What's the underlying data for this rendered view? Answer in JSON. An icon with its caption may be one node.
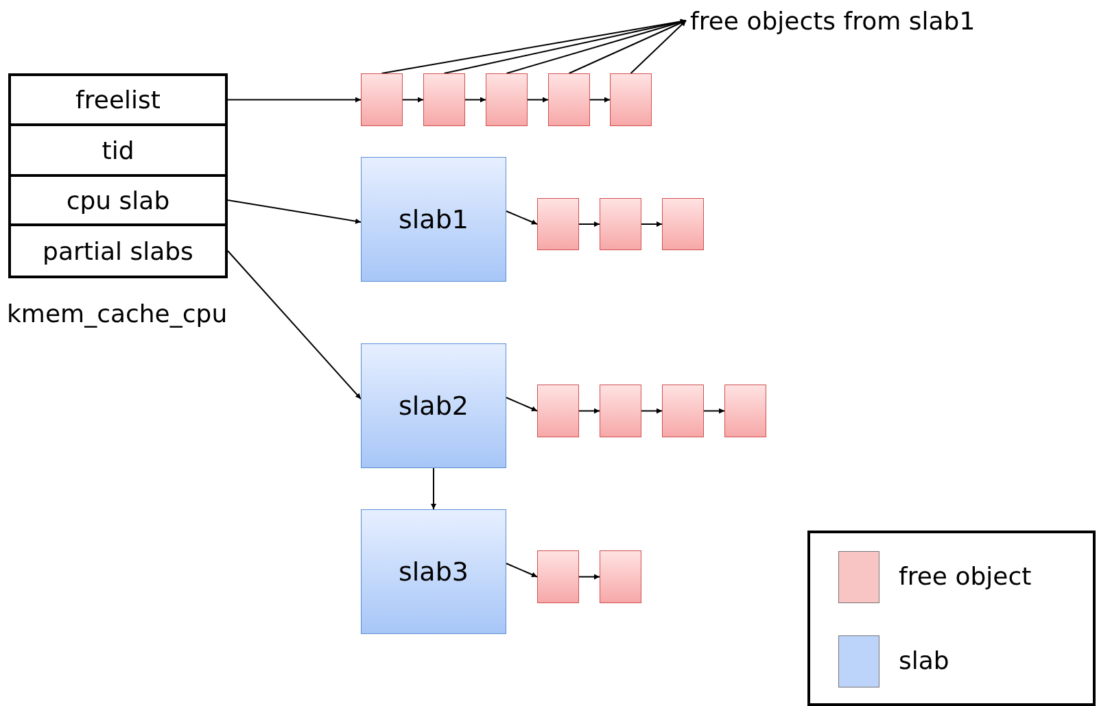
{
  "diagram": {
    "nodes": [
      {
        "text": [
          "kmem_cache_cpu"
        ]
      },
      {
        "text": [
          "freelist"
        ],
        "in": 0
      },
      {
        "text": [
          "tid"
        ],
        "in": 0
      },
      {
        "text": [
          "cpu slab"
        ],
        "in": 0
      },
      {
        "text": [
          "partial slabs"
        ],
        "in": 0
      },
      {
        "text": [
          "free objects from slab1"
        ]
      },
      {
        "text": [],
        "shape": "box"
      },
      {
        "text": [],
        "shape": "box"
      },
      {
        "text": [],
        "shape": "box"
      },
      {
        "text": [],
        "shape": "box"
      },
      {
        "text": [],
        "shape": "box"
      },
      {
        "text": [
          "slab1"
        ]
      },
      {
        "text": [],
        "shape": "box"
      },
      {
        "text": [],
        "shape": "box"
      },
      {
        "text": [],
        "shape": "box"
      },
      {
        "text": [
          "slab2"
        ]
      },
      {
        "text": [],
        "shape": "box"
      },
      {
        "text": [],
        "shape": "box"
      },
      {
        "text": [],
        "shape": "box"
      },
      {
        "text": [],
        "shape": "box"
      },
      {
        "text": [
          "slab3"
        ]
      },
      {
        "text": [],
        "shape": "box"
      },
      {
        "text": [],
        "shape": "box"
      }
    ],
    "edges": [
      {
        "from": 1,
        "to": 6,
        "arrow": "to"
      },
      {
        "from": 6,
        "to": 7,
        "arrow": "to"
      },
      {
        "from": 7,
        "to": 8,
        "arrow": "to"
      },
      {
        "from": 8,
        "to": 9,
        "arrow": "to"
      },
      {
        "from": 9,
        "to": 10,
        "arrow": "to"
      },
      {
        "from": 6,
        "to": 5,
        "arrow": "to"
      },
      {
        "from": 7,
        "to": 5,
        "arrow": "to"
      },
      {
        "from": 8,
        "to": 5,
        "arrow": "to"
      },
      {
        "from": 9,
        "to": 5,
        "arrow": "to"
      },
      {
        "from": 10,
        "to": 5,
        "arrow": "to"
      },
      {
        "from": 3,
        "to": 11,
        "arrow": "to"
      },
      {
        "from": 11,
        "to": 12,
        "arrow": "to"
      },
      {
        "from": 12,
        "to": 13,
        "arrow": "to"
      },
      {
        "from": 13,
        "to": 14,
        "arrow": "to"
      },
      {
        "from": 4,
        "to": 15,
        "arrow": "to"
      },
      {
        "from": 15,
        "to": 16,
        "arrow": "to"
      },
      {
        "from": 16,
        "to": 17,
        "arrow": "to"
      },
      {
        "from": 17,
        "to": 18,
        "arrow": "to"
      },
      {
        "from": 18,
        "to": 19,
        "arrow": "to"
      },
      {
        "from": 15,
        "to": 20,
        "arrow": "to"
      },
      {
        "from": 20,
        "to": 21,
        "arrow": "to"
      },
      {
        "from": 21,
        "to": 22,
        "arrow": "to"
      }
    ],
    "legend": [
      {
        "text": "free object",
        "color": "#f9c4c4"
      },
      {
        "text": "slab",
        "color": "#bcd3fa"
      }
    ]
  }
}
